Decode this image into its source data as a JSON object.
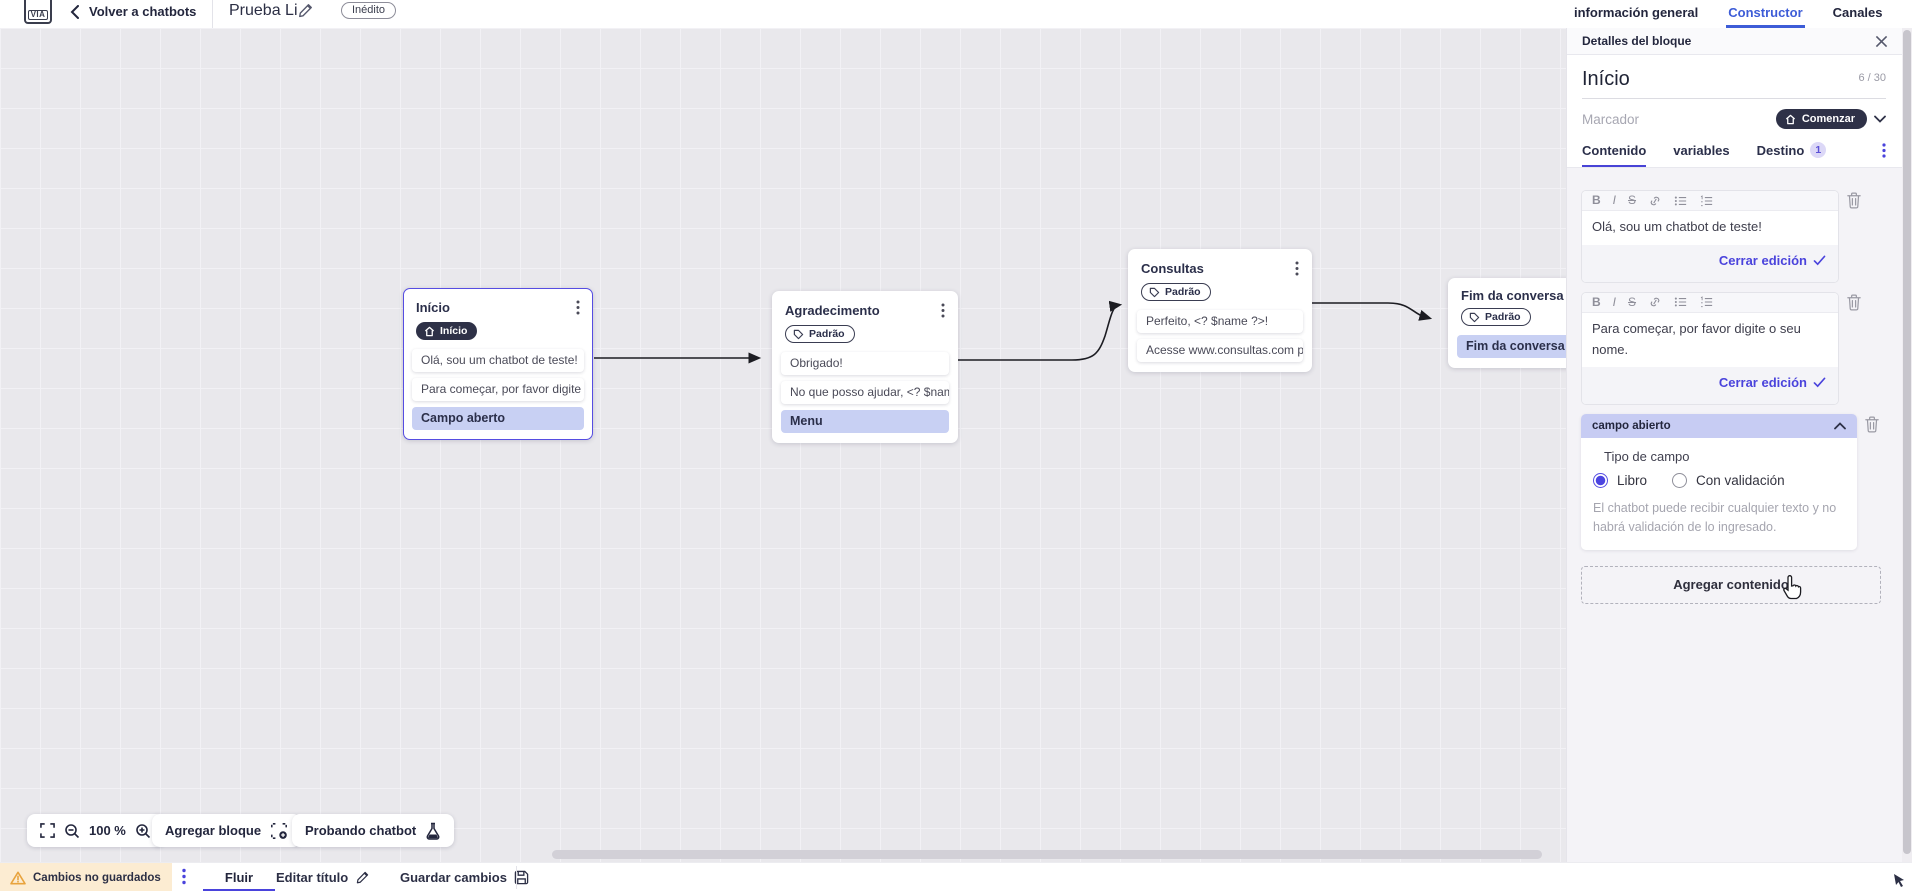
{
  "topbar": {
    "logo_text": "VIA",
    "back_label": "Volver a chatbots",
    "title": "Prueba Li",
    "status_badge": "Inédito",
    "tabs": {
      "general": "información general",
      "constructor": "Constructor",
      "channels": "Canales"
    }
  },
  "canvas": {
    "nodes": [
      {
        "title": "Início",
        "badge": "Início",
        "items": [
          {
            "text": "Olá, sou um chatbot de teste!"
          },
          {
            "text": "Para começar, por favor digite o ..."
          },
          {
            "text": "Campo aberto"
          }
        ]
      },
      {
        "title": "Agradecimento",
        "badge": "Padrão",
        "items": [
          {
            "text": "Obrigado!"
          },
          {
            "text": "No que posso ajudar, <? $name ..."
          },
          {
            "text": "Menu"
          }
        ]
      },
      {
        "title": "Consultas",
        "badge": "Padrão",
        "items": [
          {
            "text": "Perfeito, <? $name ?>!"
          },
          {
            "text": "Acesse www.consultas.com par..."
          }
        ]
      },
      {
        "title": "Fim da conversa",
        "badge": "Padrão",
        "items": [
          {
            "text": "Fim da conversa"
          }
        ]
      }
    ],
    "toolbar": {
      "zoom_level": "100 %",
      "add_block_label": "Agregar bloque",
      "test_label": "Probando chatbot"
    }
  },
  "panel": {
    "header": "Detalles del bloque",
    "block_name": "Início",
    "counter": "6 / 30",
    "marker_placeholder": "Marcador",
    "marker_button": "Comenzar",
    "tabs": {
      "content": "Contenido",
      "variables": "variables",
      "destination": "Destino",
      "destination_badge": "1"
    },
    "toolbar_glyphs": {
      "bold": "B",
      "italic": "I",
      "strike": "S"
    },
    "editors": [
      {
        "text": "Olá, sou um chatbot de teste!",
        "close_label": "Cerrar edición"
      },
      {
        "text": "Para começar, por favor digite o seu nome.",
        "close_label": "Cerrar edición"
      }
    ],
    "open_field": {
      "title": "campo abierto",
      "type_label": "Tipo de campo",
      "option_free": "Libro",
      "option_validated": "Con validación",
      "help": "El chatbot puede recibir cualquier texto y no habrá validación de lo ingresado."
    },
    "add_content_label": "Agregar contenido"
  },
  "bottombar": {
    "unsaved_label": "Cambios no guardados",
    "flow_tab": "Fluir",
    "edit_title_label": "Editar título",
    "save_label": "Guardar cambios"
  },
  "colors": {
    "accent": "#4a43dc",
    "tab_active": "#3d5cd7",
    "dark_pill": "#2e3147",
    "highlight_item": "#c8d0f3",
    "field_header": "#c7ccf3",
    "warning_bg": "#fcecd2",
    "warning_icon": "#e8a33d",
    "canvas_bg": "#e9e8ec"
  }
}
